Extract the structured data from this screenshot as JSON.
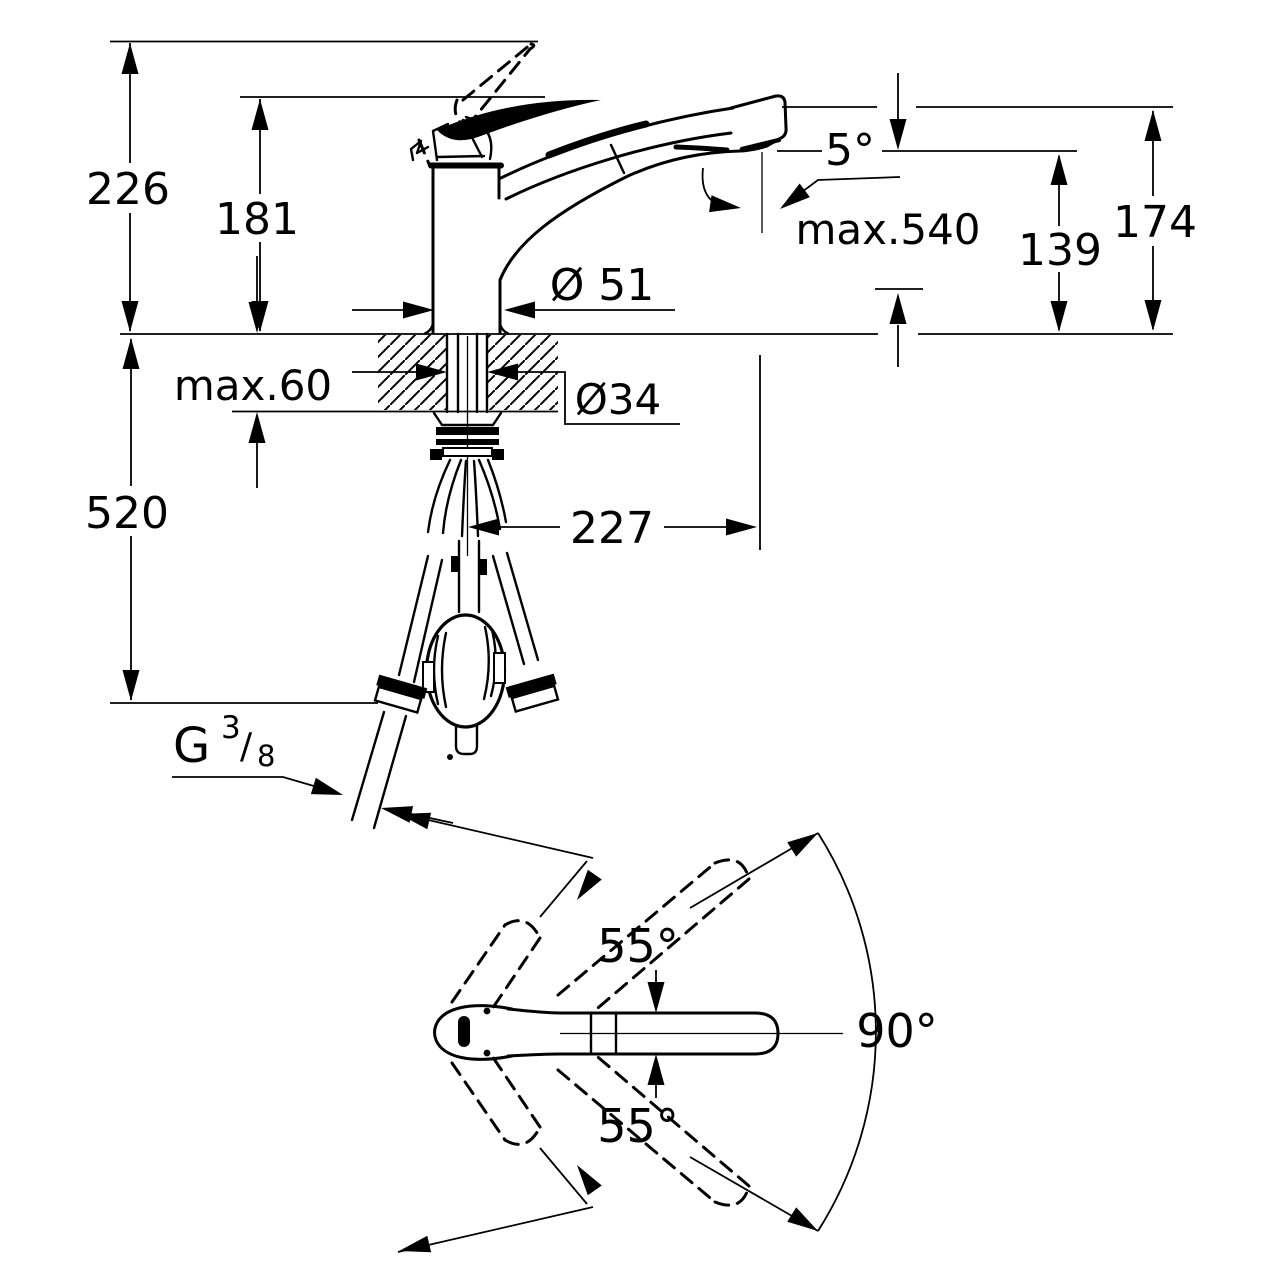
{
  "drawing": {
    "title": "kitchen-faucet-installation-dimension-diagram",
    "background_color": "#ffffff",
    "line_color": "#000000",
    "side_view": {
      "dimensions": {
        "total_height": "226",
        "height_to_spout_top": "181",
        "spout_angle": "5°",
        "max_pullout_hose_extension": "max.540",
        "outlet_height": "139",
        "spout_end_height": "174",
        "base_diameter": "Ø 51",
        "max_deck_thickness": "max.60",
        "hole_diameter": "Ø34",
        "hose_length_below_deck": "520",
        "spout_reach": "227",
        "thread": {
          "g": "G",
          "numerator": "3",
          "slash": "/",
          "denominator": "8"
        }
      }
    },
    "top_view": {
      "dimensions": {
        "handle_swing_upper": "55°",
        "handle_swing_lower": "55°",
        "handle_swing_total": "90°"
      }
    }
  }
}
